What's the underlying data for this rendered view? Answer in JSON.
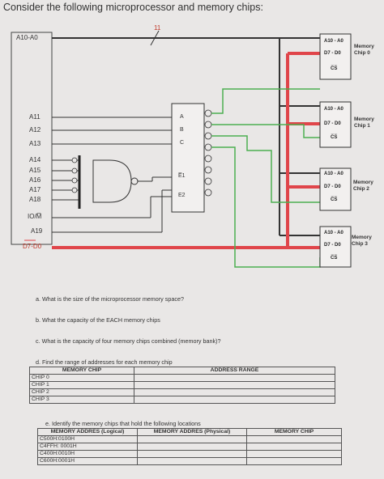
{
  "heading": "Consider  the following microprocessor and memory chips:",
  "bus_width": "11",
  "cpu_pins": {
    "a10_a0": "A10-A0",
    "a11": "A11",
    "a12": "A12",
    "a13": "A13",
    "a14": "A14",
    "a15": "A15",
    "a16": "A16",
    "a17": "A17",
    "a18": "A18",
    "io_m": "IO/M̅",
    "a19": "A19",
    "d7_d0": "D7-D0"
  },
  "decoder": {
    "a": "A",
    "b": "B",
    "c": "C",
    "e1": "E̅1",
    "e2": "E2"
  },
  "chips": [
    {
      "addr": "A10 - A0",
      "data": "D7 - D0",
      "cs": "C̅S̅",
      "side1": "Memory",
      "side2": "Chip 0"
    },
    {
      "addr": "A10 - A0",
      "data": "D7 - D0",
      "cs": "C̅S̅",
      "side1": "Memory",
      "side2": "Chip 1"
    },
    {
      "addr": "A10 - A0",
      "data": "D7 - D0",
      "cs": "C̅S̅",
      "side1": "Memory",
      "side2": "Chip 2"
    },
    {
      "addr": "A10 - A0",
      "data": "D7 - D0",
      "cs": "C̅S̅",
      "side1": "Memory",
      "side2": "Chip 3"
    }
  ],
  "questions": {
    "a": "a.    What is the size of the microprocessor memory space?",
    "b": "b.    What the capacity of the EACH memory chips",
    "c": "c.    What is the capacity of four memory chips combined (memory bank)?",
    "d": "d.   Find the range of addresses for each memory chip",
    "e": "e.   Identify the memory chips that hold the following locations"
  },
  "table_d": {
    "headers": [
      "MEMORY CHIP",
      "ADDRESS RANGE"
    ],
    "rows": [
      "CHIP 0",
      "CHIP 1",
      "CHIP 2",
      "CHIP 3"
    ]
  },
  "table_e": {
    "headers": [
      "MEMORY ADDRES (Logical)",
      "MEMORY ADDRES (Physical)",
      "MEMORY CHIP"
    ],
    "rows": [
      "C500H:0100H",
      "C4FFH: 0001H",
      "C400H:0010H",
      "C600H:0001H"
    ]
  },
  "colors": {
    "data_bus": "#e0454a",
    "chip_select": "#4caf50",
    "wire": "#333333"
  }
}
